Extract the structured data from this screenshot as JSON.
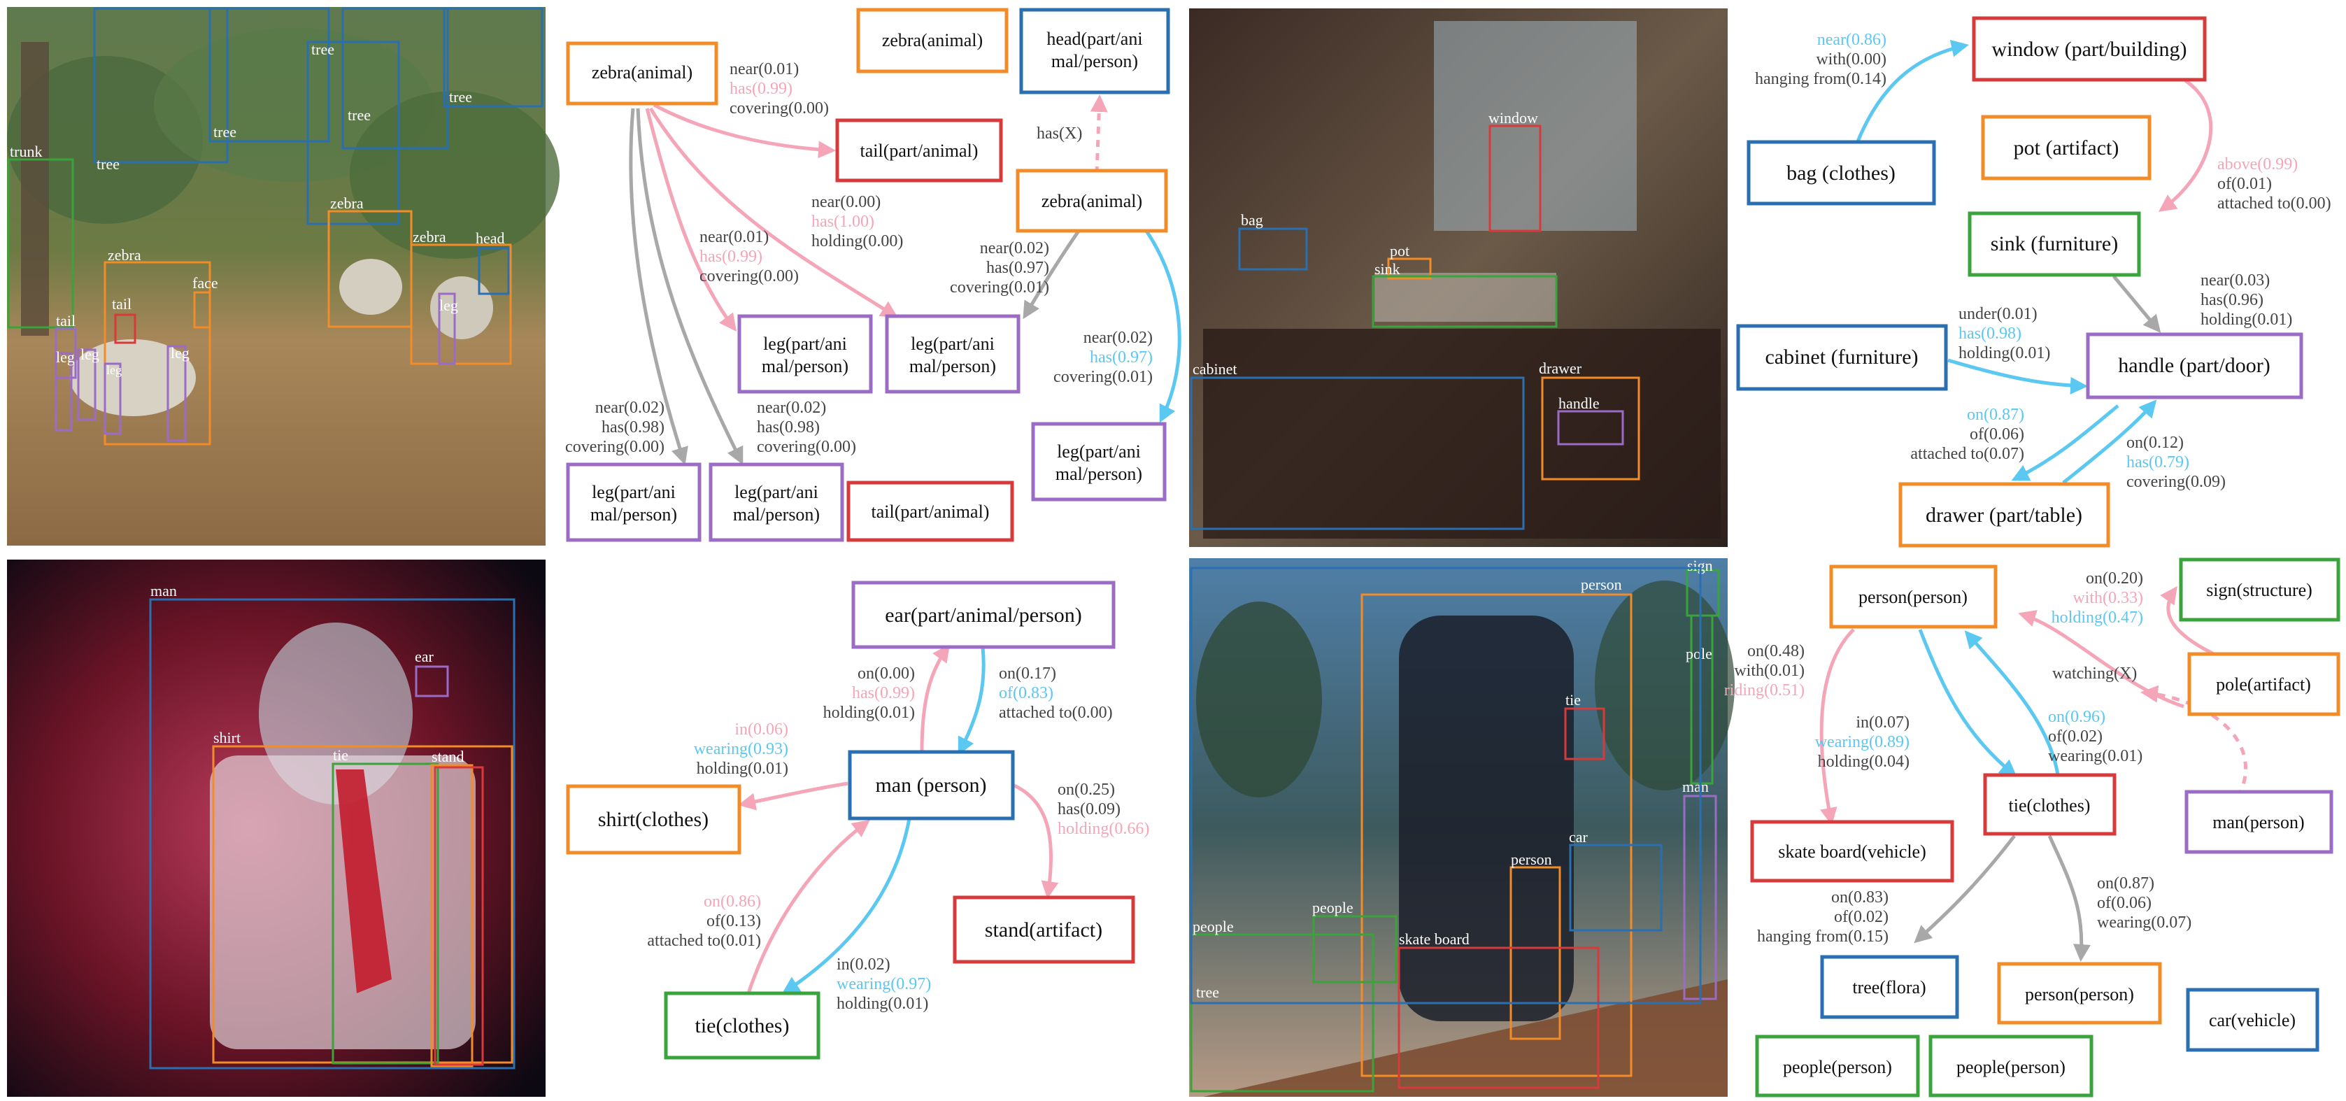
{
  "colors": {
    "orange": "#F28C28",
    "blue": "#2A6FAF",
    "red": "#D63A3A",
    "purple": "#9A6CC6",
    "green": "#3BA33B",
    "pink": "#F4A6B8",
    "cyan": "#5AC8F0",
    "gray": "#A8A8A8",
    "text": "#444444"
  },
  "panels": [
    {
      "id": "zebra",
      "photo": {
        "boxes": [
          {
            "label": "trunk",
            "color": "green"
          },
          {
            "label": "tree",
            "color": "blue"
          },
          {
            "label": "tree",
            "color": "blue"
          },
          {
            "label": "tree",
            "color": "blue"
          },
          {
            "label": "tree",
            "color": "blue"
          },
          {
            "label": "tree",
            "color": "blue"
          },
          {
            "label": "zebra",
            "color": "orange"
          },
          {
            "label": "zebra",
            "color": "orange"
          },
          {
            "label": "zebra",
            "color": "orange"
          },
          {
            "label": "head",
            "color": "blue"
          },
          {
            "label": "face",
            "color": "orange"
          },
          {
            "label": "tail",
            "color": "red"
          },
          {
            "label": "tail",
            "color": "purple"
          },
          {
            "label": "leg",
            "color": "purple"
          },
          {
            "label": "leg",
            "color": "purple"
          },
          {
            "label": "leg",
            "color": "purple"
          },
          {
            "label": "leg",
            "color": "purple"
          },
          {
            "label": "leg",
            "color": "purple"
          }
        ]
      },
      "nodes": [
        {
          "text": "zebra(animal)",
          "color": "orange"
        },
        {
          "text": "zebra(animal)",
          "color": "orange"
        },
        {
          "text": "head(part/ani",
          "text2": "mal/person)",
          "color": "blue"
        },
        {
          "text": "tail(part/animal)",
          "color": "red"
        },
        {
          "text": "zebra(animal)",
          "color": "orange"
        },
        {
          "text": "leg(part/ani",
          "text2": "mal/person)",
          "color": "purple"
        },
        {
          "text": "leg(part/ani",
          "text2": "mal/person)",
          "color": "purple"
        },
        {
          "text": "leg(part/ani",
          "text2": "mal/person)",
          "color": "purple"
        },
        {
          "text": "leg(part/ani",
          "text2": "mal/person)",
          "color": "purple"
        },
        {
          "text": "leg(part/ani",
          "text2": "mal/person)",
          "color": "purple"
        },
        {
          "text": "tail(part/animal)",
          "color": "red"
        }
      ],
      "labels": [
        [
          {
            "t": "near(0.01)",
            "c": "text"
          },
          {
            "t": "has(0.99)",
            "c": "pink"
          },
          {
            "t": "covering(0.00)",
            "c": "text"
          }
        ],
        [
          {
            "t": "near(0.00)",
            "c": "text"
          },
          {
            "t": "has(1.00)",
            "c": "pink"
          },
          {
            "t": "holding(0.00)",
            "c": "text"
          }
        ],
        [
          {
            "t": "near(0.01)",
            "c": "text"
          },
          {
            "t": "has(0.99)",
            "c": "pink"
          },
          {
            "t": "covering(0.00)",
            "c": "text"
          }
        ],
        [
          {
            "t": "has(X)",
            "c": "text"
          }
        ],
        [
          {
            "t": "near(0.02)",
            "c": "text"
          },
          {
            "t": "has(0.97)",
            "c": "text"
          },
          {
            "t": "covering(0.01)",
            "c": "text"
          }
        ],
        [
          {
            "t": "near(0.02)",
            "c": "text"
          },
          {
            "t": "has(0.97)",
            "c": "cyan"
          },
          {
            "t": "covering(0.01)",
            "c": "text"
          }
        ],
        [
          {
            "t": "near(0.02)",
            "c": "text"
          },
          {
            "t": "has(0.98)",
            "c": "text"
          },
          {
            "t": "covering(0.00)",
            "c": "text"
          }
        ],
        [
          {
            "t": "near(0.02)",
            "c": "text"
          },
          {
            "t": "has(0.98)",
            "c": "text"
          },
          {
            "t": "covering(0.00)",
            "c": "text"
          }
        ]
      ]
    },
    {
      "id": "kitchen",
      "photo": {
        "boxes": [
          {
            "label": "window",
            "color": "red"
          },
          {
            "label": "bag",
            "color": "blue"
          },
          {
            "label": "pot",
            "color": "orange"
          },
          {
            "label": "sink",
            "color": "green"
          },
          {
            "label": "cabinet",
            "color": "blue"
          },
          {
            "label": "drawer",
            "color": "orange"
          },
          {
            "label": "handle",
            "color": "purple"
          }
        ]
      },
      "nodes": [
        {
          "text": "window (part/building)",
          "color": "red"
        },
        {
          "text": "bag (clothes)",
          "color": "blue"
        },
        {
          "text": "pot (artifact)",
          "color": "orange"
        },
        {
          "text": "sink (furniture)",
          "color": "green"
        },
        {
          "text": "cabinet (furniture)",
          "color": "blue"
        },
        {
          "text": "handle (part/door)",
          "color": "purple"
        },
        {
          "text": "drawer (part/table)",
          "color": "orange"
        }
      ],
      "labels": [
        [
          {
            "t": "near(0.86)",
            "c": "cyan"
          },
          {
            "t": "with(0.00)",
            "c": "text"
          },
          {
            "t": "hanging from(0.14)",
            "c": "text"
          }
        ],
        [
          {
            "t": "above(0.99)",
            "c": "pink"
          },
          {
            "t": "of(0.01)",
            "c": "text"
          },
          {
            "t": "attached to(0.00)",
            "c": "text"
          }
        ],
        [
          {
            "t": "near(0.03)",
            "c": "text"
          },
          {
            "t": "has(0.96)",
            "c": "text"
          },
          {
            "t": "holding(0.01)",
            "c": "text"
          }
        ],
        [
          {
            "t": "under(0.01)",
            "c": "text"
          },
          {
            "t": "has(0.98)",
            "c": "cyan"
          },
          {
            "t": "holding(0.01)",
            "c": "text"
          }
        ],
        [
          {
            "t": "on(0.87)",
            "c": "cyan"
          },
          {
            "t": "of(0.06)",
            "c": "text"
          },
          {
            "t": "attached to(0.07)",
            "c": "text"
          }
        ],
        [
          {
            "t": "on(0.12)",
            "c": "text"
          },
          {
            "t": "has(0.79)",
            "c": "cyan"
          },
          {
            "t": "covering(0.09)",
            "c": "text"
          }
        ]
      ]
    },
    {
      "id": "singer",
      "photo": {
        "boxes": [
          {
            "label": "man",
            "color": "blue"
          },
          {
            "label": "ear",
            "color": "purple"
          },
          {
            "label": "shirt",
            "color": "orange"
          },
          {
            "label": "tie",
            "color": "green"
          },
          {
            "label": "stand",
            "color": "orange"
          },
          {
            "label": "",
            "color": "red"
          }
        ]
      },
      "nodes": [
        {
          "text": "ear(part/animal/person)",
          "color": "purple"
        },
        {
          "text": "man (person)",
          "color": "blue"
        },
        {
          "text": "shirt(clothes)",
          "color": "orange"
        },
        {
          "text": "stand(artifact)",
          "color": "red"
        },
        {
          "text": "tie(clothes)",
          "color": "green"
        }
      ],
      "labels": [
        [
          {
            "t": "on(0.00)",
            "c": "text"
          },
          {
            "t": "has(0.99)",
            "c": "pink"
          },
          {
            "t": "holding(0.01)",
            "c": "text"
          }
        ],
        [
          {
            "t": "on(0.17)",
            "c": "text"
          },
          {
            "t": "of(0.83)",
            "c": "cyan"
          },
          {
            "t": "attached to(0.00)",
            "c": "text"
          }
        ],
        [
          {
            "t": "in(0.06)",
            "c": "pink"
          },
          {
            "t": "wearing(0.93)",
            "c": "cyan"
          },
          {
            "t": "holding(0.01)",
            "c": "text"
          }
        ],
        [
          {
            "t": "on(0.25)",
            "c": "text"
          },
          {
            "t": "has(0.09)",
            "c": "text"
          },
          {
            "t": "holding(0.66)",
            "c": "pink"
          }
        ],
        [
          {
            "t": "on(0.86)",
            "c": "pink"
          },
          {
            "t": "of(0.13)",
            "c": "text"
          },
          {
            "t": "attached to(0.01)",
            "c": "text"
          }
        ],
        [
          {
            "t": "in(0.02)",
            "c": "text"
          },
          {
            "t": "wearing(0.97)",
            "c": "cyan"
          },
          {
            "t": "holding(0.01)",
            "c": "text"
          }
        ]
      ]
    },
    {
      "id": "skater",
      "photo": {
        "boxes": [
          {
            "label": "person",
            "color": "orange"
          },
          {
            "label": "sign",
            "color": "green"
          },
          {
            "label": "pole",
            "color": "green"
          },
          {
            "label": "tie",
            "color": "red"
          },
          {
            "label": "man",
            "color": "purple"
          },
          {
            "label": "car",
            "color": "blue"
          },
          {
            "label": "person",
            "color": "orange"
          },
          {
            "label": "people",
            "color": "green"
          },
          {
            "label": "people",
            "color": "green"
          },
          {
            "label": "skate board",
            "color": "red"
          },
          {
            "label": "tree",
            "color": "blue"
          }
        ]
      },
      "nodes": [
        {
          "text": "person(person)",
          "color": "orange"
        },
        {
          "text": "sign(structure)",
          "color": "green"
        },
        {
          "text": "pole(artifact)",
          "color": "orange"
        },
        {
          "text": "tie(clothes)",
          "color": "red"
        },
        {
          "text": "man(person)",
          "color": "purple"
        },
        {
          "text": "skate board(vehicle)",
          "color": "red"
        },
        {
          "text": "tree(flora)",
          "color": "blue"
        },
        {
          "text": "person(person)",
          "color": "orange"
        },
        {
          "text": "car(vehicle)",
          "color": "blue"
        },
        {
          "text": "people(person)",
          "color": "green"
        },
        {
          "text": "people(person)",
          "color": "green"
        }
      ],
      "labels": [
        [
          {
            "t": "on(0.20)",
            "c": "text"
          },
          {
            "t": "with(0.33)",
            "c": "pink"
          },
          {
            "t": "holding(0.47)",
            "c": "cyan"
          }
        ],
        [
          {
            "t": "on(0.48)",
            "c": "text"
          },
          {
            "t": "with(0.01)",
            "c": "text"
          },
          {
            "t": "riding(0.51)",
            "c": "pink"
          }
        ],
        [
          {
            "t": "watching(X)",
            "c": "text"
          }
        ],
        [
          {
            "t": "in(0.07)",
            "c": "text"
          },
          {
            "t": "wearing(0.89)",
            "c": "cyan"
          },
          {
            "t": "holding(0.04)",
            "c": "text"
          }
        ],
        [
          {
            "t": "on(0.96)",
            "c": "cyan"
          },
          {
            "t": "of(0.02)",
            "c": "text"
          },
          {
            "t": "wearing(0.01)",
            "c": "text"
          }
        ],
        [
          {
            "t": "on(0.83)",
            "c": "text"
          },
          {
            "t": "of(0.02)",
            "c": "text"
          },
          {
            "t": "hanging from(0.15)",
            "c": "text"
          }
        ],
        [
          {
            "t": "on(0.87)",
            "c": "text"
          },
          {
            "t": "of(0.06)",
            "c": "text"
          },
          {
            "t": "wearing(0.07)",
            "c": "text"
          }
        ]
      ]
    }
  ]
}
